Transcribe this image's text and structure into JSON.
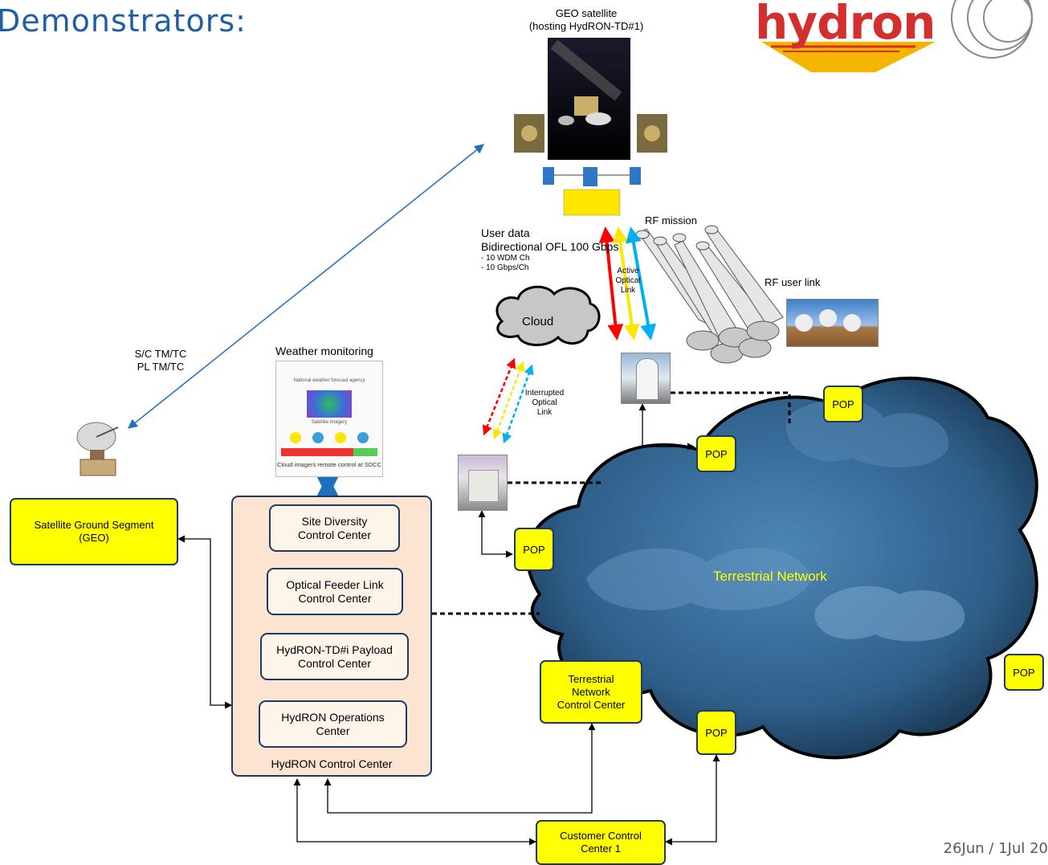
{
  "title": "Demonstrators:",
  "footer_date": "26Jun / 1Jul 20",
  "logo_text": "hydron",
  "geo": {
    "label_line1": "GEO satellite",
    "label_line2": "(hosting HydRON-TD#1)"
  },
  "user_data": {
    "line1": "User data",
    "line2": "Bidirectional OFL 100 Gbps",
    "sub1": "- 10 WDM Ch",
    "sub2": "- 10 Gbps/Ch"
  },
  "rf_mission": "RF mission",
  "rf_user_link": "RF user link",
  "active_link": [
    "Active",
    "Optical",
    "Link"
  ],
  "interrupted_link": [
    "Interrupted",
    "Optical",
    "Link"
  ],
  "cloud": "Cloud",
  "sc_tmtc": [
    "S/C TM/TC",
    "PL TM/TC"
  ],
  "weather": {
    "label": "Weather monitoring",
    "agency": "National weather forecast agency",
    "imagery": "Satellite imagery",
    "caption": "Cloud imagers remote control at SDCC"
  },
  "boxes": {
    "satellite_ground_segment": [
      "Satellite Ground Segment",
      "(GEO)"
    ],
    "site_diversity": [
      "Site Diversity",
      "Control Center"
    ],
    "ofl_control": [
      "Optical Feeder Link",
      "Control Center"
    ],
    "payload_control": [
      "HydRON-TD#i Payload",
      "Control Center"
    ],
    "operations": [
      "HydRON Operations",
      "Center"
    ],
    "hydron_cc_label": "HydRON Control Center",
    "terrestrial_cc": [
      "Terrestrial",
      "Network",
      "Control Center"
    ],
    "customer_cc": [
      "Customer Control",
      "Center 1"
    ]
  },
  "terrestrial_network": "Terrestrial Network",
  "pop": "POP",
  "colors": {
    "yellow": "#ffff00",
    "navy": "#1f3864",
    "red": "#ff0000",
    "light_blue": "#00b0f0",
    "network_blue": "#2e5f8a"
  }
}
